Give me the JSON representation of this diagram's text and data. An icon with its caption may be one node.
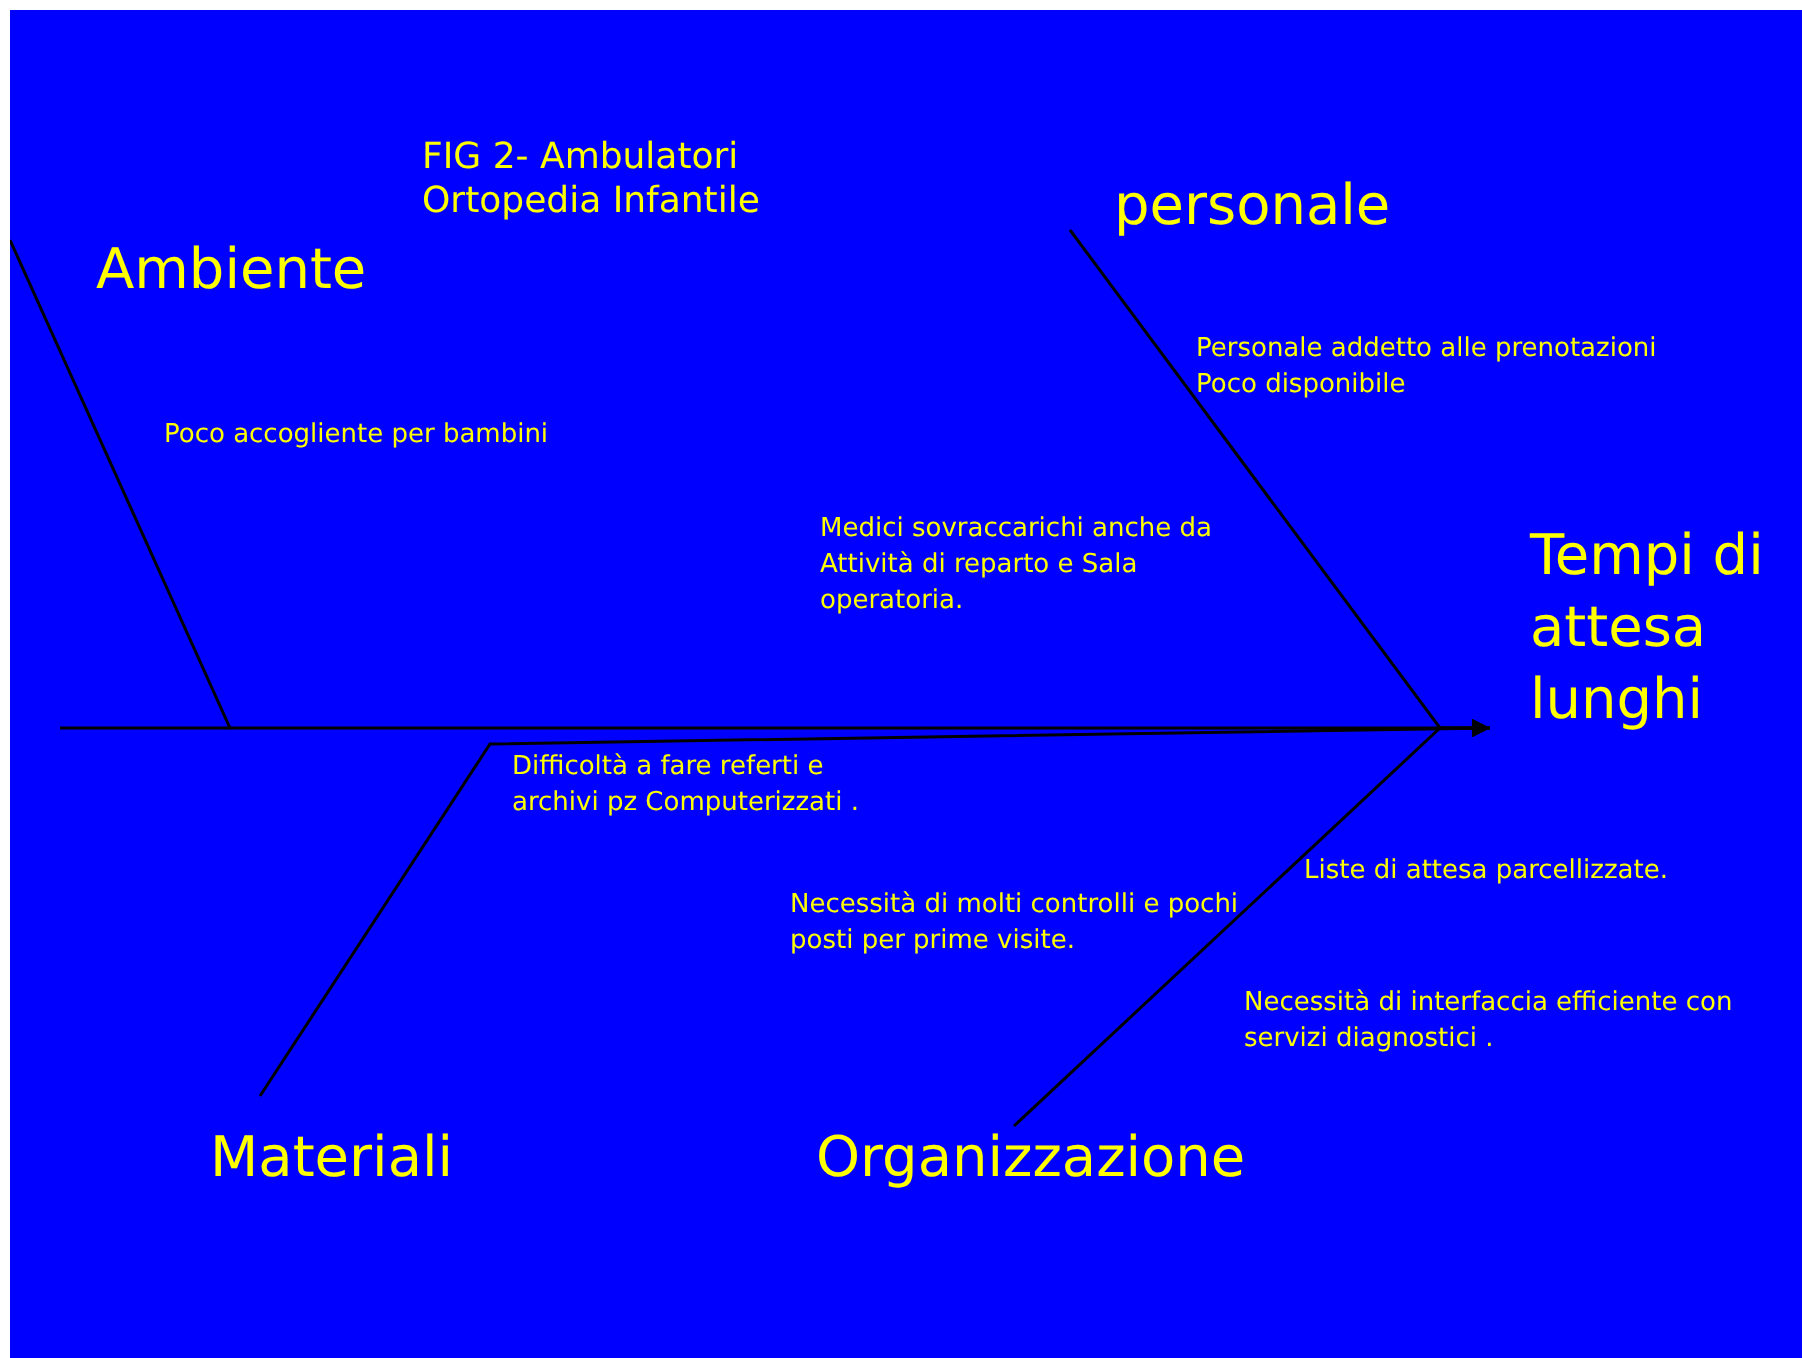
{
  "diagram": {
    "title": "FIG 2- Ambulatori Ortopedia Infantile",
    "nodes": [
      {
        "text": [
          "Ambiente"
        ]
      },
      {
        "text": [
          "personale"
        ]
      },
      {
        "text": [
          "Tempi di attesa lunghi"
        ]
      },
      {
        "text": [
          "Materiali"
        ]
      },
      {
        "text": [
          "Organizzazione"
        ]
      }
    ],
    "edges": [
      {
        "from": 0,
        "to": 2,
        "arrow": "to"
      },
      {
        "from": 1,
        "to": 2,
        "arrow": "to"
      },
      {
        "from": 3,
        "to": 2,
        "arrow": "to"
      },
      {
        "from": 4,
        "to": 2,
        "arrow": "to"
      }
    ],
    "labels": [
      "Personale addetto alle prenotazioni Poco disponibile",
      "Poco accogliente per bambini",
      "Medici sovraccarichi anche da Attività di reparto e Sala operatoria.",
      "Difficoltà a fare referti e archivi pz Computerizzati .",
      "Liste di attesa parcellizzate.",
      "Necessità di molti controlli e pochi posti per prime visite.",
      "Necessità di interfaccia efficiente con servizi diagnostici ."
    ]
  }
}
